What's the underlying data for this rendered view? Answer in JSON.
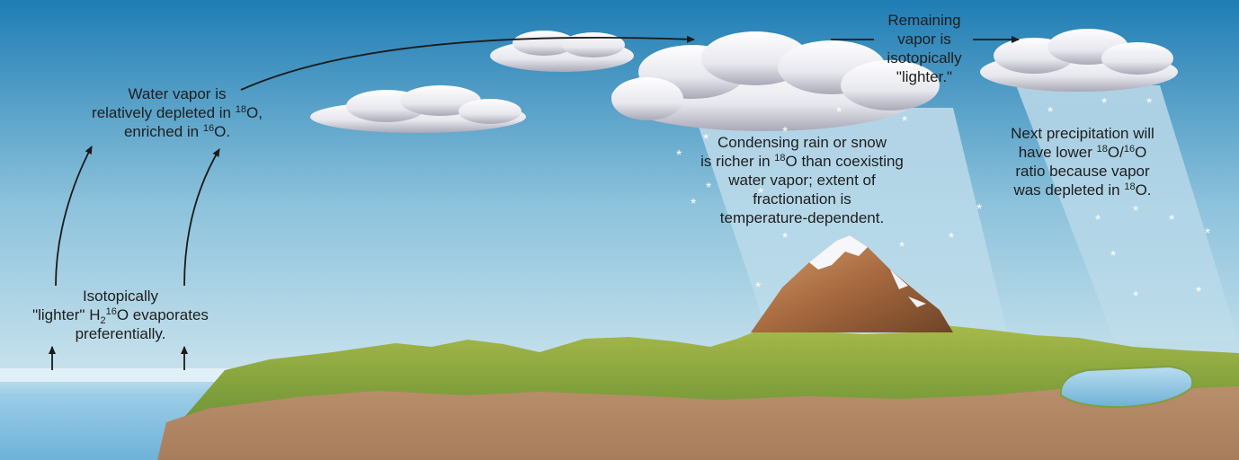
{
  "evaporation_label": {
    "line1": "Isotopically",
    "line2_a": "\"lighter\" H",
    "line2_sub": "2",
    "line2_sup": "16",
    "line2_b": "O evaporates",
    "line3": "preferentially."
  },
  "vapor_label": {
    "line1": "Water vapor is",
    "line2_a": "relatively depleted in ",
    "line2_sup": "18",
    "line2_b": "O,",
    "line3_a": "enriched in ",
    "line3_sup": "16",
    "line3_b": "O."
  },
  "remaining_label": {
    "line1": "Remaining",
    "line2": "vapor is",
    "line3": "isotopically",
    "line4": "\"lighter.\""
  },
  "condensing_label": {
    "line1": "Condensing rain or snow",
    "line2_a": "is richer in ",
    "line2_sup": "18",
    "line2_b": "O than coexisting",
    "line3": "water vapor; extent of",
    "line4": "fractionation is",
    "line5": "temperature-dependent."
  },
  "next_label": {
    "line1": "Next precipitation will",
    "line2_a": "have lower ",
    "line2_sup1": "18",
    "line2_mid": "O/",
    "line2_sup2": "16",
    "line2_b": "O",
    "line3": "ratio because vapor",
    "line4_a": "was depleted in ",
    "line4_sup": "18",
    "line4_b": "O."
  },
  "colors": {
    "sky_top": "#1f7db4",
    "sky_bottom": "#e4f1f4",
    "ocean": "#8cc6e3",
    "ground": "#b58a66",
    "vegetation": "#7f9f3c",
    "arrow": "#1a1a1a"
  }
}
